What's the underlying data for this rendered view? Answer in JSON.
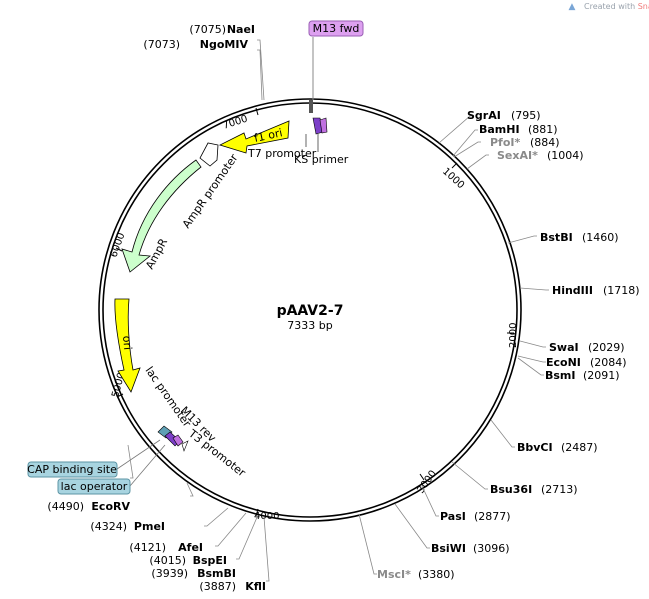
{
  "credit": {
    "prefix": "Created with ",
    "brand": "SnapGene®"
  },
  "plasmid": {
    "name": "pAAV2-7",
    "length_label": "7333 bp"
  },
  "ticks": [
    "1000",
    "2000",
    "3000",
    "4000",
    "5000",
    "6000",
    "7000"
  ],
  "enzymes": {
    "nae": {
      "name": "NaeI",
      "pos": "(7075)"
    },
    "ngomiv": {
      "name": "NgoMIV",
      "pos": "(7073)"
    },
    "sgrai": {
      "name": "SgrAI",
      "pos": "(795)"
    },
    "bamhi": {
      "name": "BamHI",
      "pos": "(881)"
    },
    "pfoi": {
      "name": "PfoI*",
      "pos": "(884)"
    },
    "sexai": {
      "name": "SexAI*",
      "pos": "(1004)"
    },
    "bstbi": {
      "name": "BstBI",
      "pos": "(1460)"
    },
    "hindiii": {
      "name": "HindIII",
      "pos": "(1718)"
    },
    "swai": {
      "name": "SwaI",
      "pos": "(2029)"
    },
    "econi": {
      "name": "EcoNI",
      "pos": "(2084)"
    },
    "bsmi": {
      "name": "BsmI",
      "pos": "(2091)"
    },
    "bbvci": {
      "name": "BbvCI",
      "pos": "(2487)"
    },
    "bsu36i": {
      "name": "Bsu36I",
      "pos": "(2713)"
    },
    "pasi": {
      "name": "PasI",
      "pos": "(2877)"
    },
    "bsiwi": {
      "name": "BsiWI",
      "pos": "(3096)"
    },
    "msci": {
      "name": "MscI*",
      "pos": "(3380)"
    },
    "ecorv": {
      "name": "EcoRV",
      "pos": "(4490)"
    },
    "pmei": {
      "name": "PmeI",
      "pos": "(4324)"
    },
    "afei": {
      "name": "AfeI",
      "pos": "(4121)"
    },
    "bspei": {
      "name": "BspEI",
      "pos": "(4015)"
    },
    "bsmbi": {
      "name": "BsmBI",
      "pos": "(3939)"
    },
    "kfli": {
      "name": "KflI",
      "pos": "(3887)"
    }
  },
  "features": {
    "m13_fwd": "M13 fwd",
    "f1_ori": "f1 ori",
    "t7_promoter": "T7 promoter",
    "ks_primer": "KS primer",
    "ampr_promoter": "AmpR promoter",
    "ampr": "AmpR",
    "ori": "ori",
    "lac_promoter": "lac promoter",
    "m13_rev": "M13 rev",
    "t3_promoter": "T3 promoter",
    "cap_binding_site": "CAP binding site",
    "lac_operator": "lac operator"
  },
  "colors": {
    "f1_ori": "#ffff00",
    "ori": "#ffff00",
    "ampr": "#ccffcc",
    "primer_box": "#dda0f0",
    "cap_box": "#a8d4e0",
    "primer_bar": "#7c3fc8"
  }
}
